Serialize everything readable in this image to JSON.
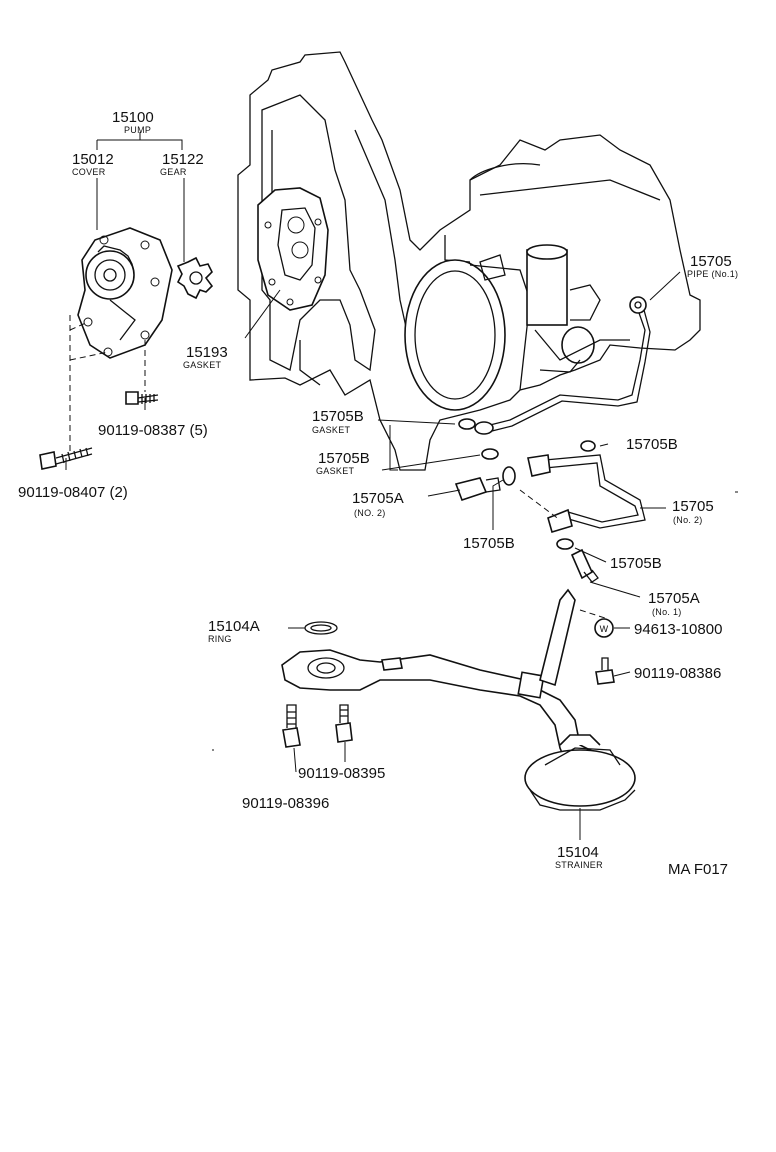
{
  "parts": {
    "pump": {
      "number": "15100",
      "name": "PUMP"
    },
    "cover": {
      "number": "15012",
      "name": "COVER"
    },
    "gear": {
      "number": "15122",
      "name": "GEAR"
    },
    "gasket_pump": {
      "number": "15193",
      "name": "GASKET"
    },
    "bolt_5": {
      "number": "90119-08387 (5)"
    },
    "bolt_2": {
      "number": "90119-08407 (2)"
    },
    "pipe_no1": {
      "number": "15705",
      "name": "PIPE (No.1)"
    },
    "gasket_b1": {
      "number": "15705B",
      "name": "GASKET"
    },
    "gasket_b2": {
      "number": "15705B",
      "name": "GASKET"
    },
    "gasket_b3": {
      "number": "15705B"
    },
    "union_no2": {
      "number": "15705A",
      "name": "(NO. 2)"
    },
    "gasket_b4": {
      "number": "15705B"
    },
    "pipe_no2": {
      "number": "15705",
      "name": "(No. 2)"
    },
    "gasket_b5": {
      "number": "15705B"
    },
    "union_no1": {
      "number": "15705A",
      "name": "(No. 1)"
    },
    "nut": {
      "number": "94613-10800"
    },
    "bolt_8386": {
      "number": "90119-08386"
    },
    "ring": {
      "number": "15104A",
      "name": "RING"
    },
    "bolt_8395": {
      "number": "90119-08395"
    },
    "bolt_8396": {
      "number": "90119-08396"
    },
    "strainer": {
      "number": "15104",
      "name": "STRAINER"
    }
  },
  "figure_code": "MA F017"
}
